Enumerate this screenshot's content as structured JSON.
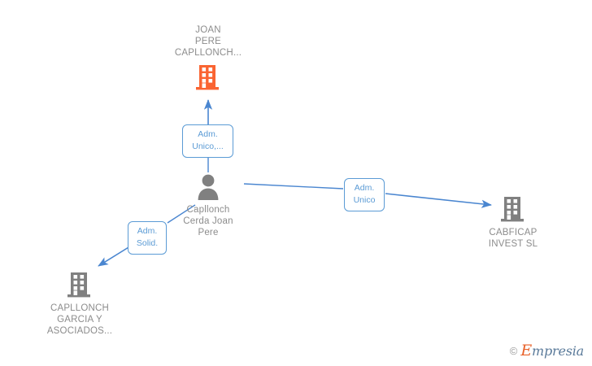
{
  "diagram": {
    "type": "corporate-relationship-graph",
    "colors": {
      "company_highlight": "#fa6432",
      "company_default": "#808080",
      "person": "#808080",
      "edge": "#4a86d0",
      "label_border": "#5b9bd5",
      "label_text": "#5b9bd5",
      "caption_text": "#8c8c8c",
      "background": "#ffffff"
    },
    "nodes": [
      {
        "id": "joan-pere-capllonch",
        "kind": "company",
        "icon": "building-icon",
        "highlighted": true,
        "label": "JOAN\nPERE\nCAPLLONCH...",
        "label_position": "above"
      },
      {
        "id": "capllonch-cerda-joan-pere",
        "kind": "person",
        "icon": "person-icon",
        "highlighted": false,
        "label": "Capllonch\nCerda Joan\nPere",
        "label_position": "below"
      },
      {
        "id": "cabficap-invest-sl",
        "kind": "company",
        "icon": "building-icon",
        "highlighted": false,
        "label": "CABFICAP\nINVEST  SL",
        "label_position": "below"
      },
      {
        "id": "capllonch-garcia-y-asociados",
        "kind": "company",
        "icon": "building-icon",
        "highlighted": false,
        "label": "CAPLLONCH\nGARCIA Y\nASOCIADOS...",
        "label_position": "below"
      }
    ],
    "edges": [
      {
        "id": "edge-to-joan-pere-capllonch",
        "from": "capllonch-cerda-joan-pere",
        "to": "joan-pere-capllonch",
        "label": "Adm.\nUnico,...",
        "direction": "up"
      },
      {
        "id": "edge-to-cabficap-invest",
        "from": "capllonch-cerda-joan-pere",
        "to": "cabficap-invest-sl",
        "label": "Adm.\nUnico",
        "direction": "right"
      },
      {
        "id": "edge-to-capllonch-garcia",
        "from": "capllonch-cerda-joan-pere",
        "to": "capllonch-garcia-y-asociados",
        "label": "Adm.\nSolid.",
        "direction": "down-left"
      }
    ]
  },
  "watermark": {
    "copyright": "©",
    "brand_first": "E",
    "brand_rest": "mpresia"
  }
}
